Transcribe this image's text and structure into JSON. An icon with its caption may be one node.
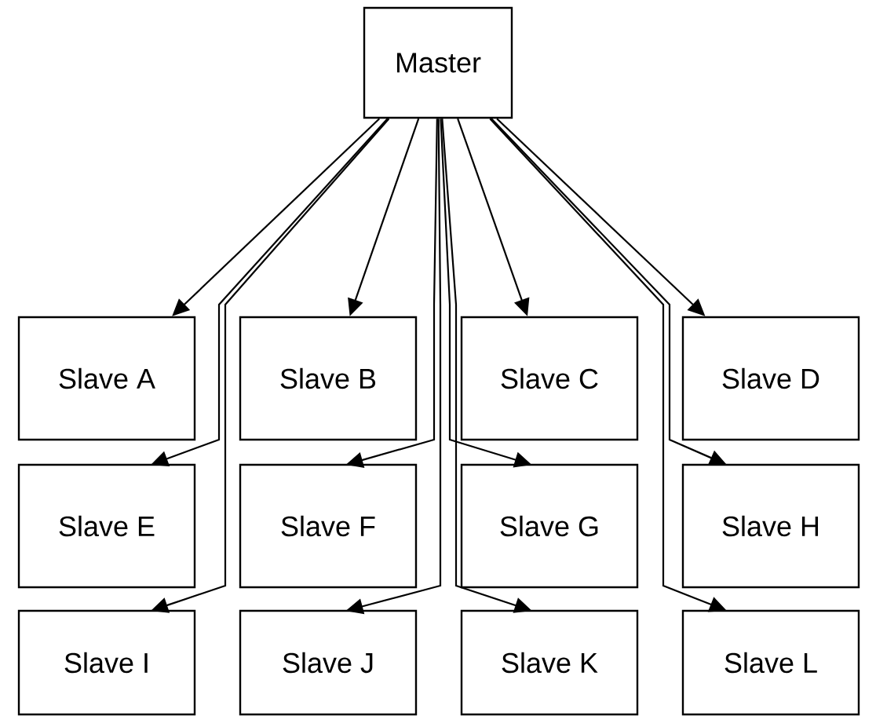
{
  "diagram": {
    "nodes": [
      {
        "text": [
          "Master"
        ]
      },
      {
        "text": [
          "Slave A"
        ]
      },
      {
        "text": [
          "Slave B"
        ]
      },
      {
        "text": [
          "Slave C"
        ]
      },
      {
        "text": [
          "Slave D"
        ]
      },
      {
        "text": [
          "Slave E"
        ]
      },
      {
        "text": [
          "Slave F"
        ]
      },
      {
        "text": [
          "Slave G"
        ]
      },
      {
        "text": [
          "Slave H"
        ]
      },
      {
        "text": [
          "Slave I"
        ]
      },
      {
        "text": [
          "Slave J"
        ]
      },
      {
        "text": [
          "Slave K"
        ]
      },
      {
        "text": [
          "Slave L"
        ]
      }
    ],
    "edges": [
      {
        "from": 0,
        "to": 1,
        "arrow": "to"
      },
      {
        "from": 0,
        "to": 2,
        "arrow": "to"
      },
      {
        "from": 0,
        "to": 3,
        "arrow": "to"
      },
      {
        "from": 0,
        "to": 4,
        "arrow": "to"
      },
      {
        "from": 0,
        "to": 5,
        "arrow": "to"
      },
      {
        "from": 0,
        "to": 6,
        "arrow": "to"
      },
      {
        "from": 0,
        "to": 7,
        "arrow": "to"
      },
      {
        "from": 0,
        "to": 8,
        "arrow": "to"
      },
      {
        "from": 0,
        "to": 9,
        "arrow": "to"
      },
      {
        "from": 0,
        "to": 10,
        "arrow": "to"
      },
      {
        "from": 0,
        "to": 11,
        "arrow": "to"
      },
      {
        "from": 0,
        "to": 12,
        "arrow": "to"
      }
    ]
  }
}
